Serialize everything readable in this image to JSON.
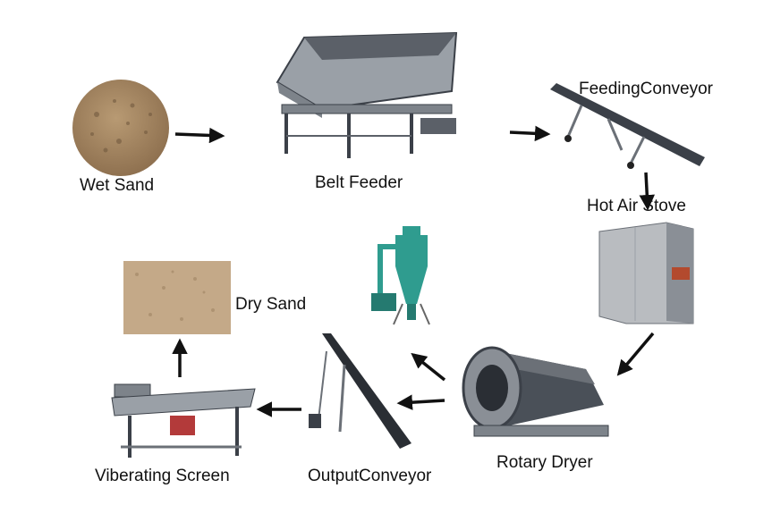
{
  "diagram": {
    "nodes": [
      {
        "id": "wet-sand",
        "label": "Wet Sand"
      },
      {
        "id": "belt-feeder",
        "label": "Belt Feeder"
      },
      {
        "id": "feeding-conveyor",
        "label": "FeedingConveyor"
      },
      {
        "id": "hot-air-stove",
        "label": "Hot Air Stove"
      },
      {
        "id": "rotary-dryer",
        "label": "Rotary Dryer"
      },
      {
        "id": "output-conveyor",
        "label": "OutputConveyor"
      },
      {
        "id": "viberating-screen",
        "label": "Viberating Screen"
      },
      {
        "id": "dry-sand",
        "label": "Dry Sand"
      },
      {
        "id": "cyclone-dust-collector",
        "label": ""
      }
    ],
    "edges": [
      {
        "from": "wet-sand",
        "to": "belt-feeder"
      },
      {
        "from": "belt-feeder",
        "to": "feeding-conveyor"
      },
      {
        "from": "feeding-conveyor",
        "to": "hot-air-stove"
      },
      {
        "from": "hot-air-stove",
        "to": "rotary-dryer"
      },
      {
        "from": "rotary-dryer",
        "to": "cyclone-dust-collector"
      },
      {
        "from": "rotary-dryer",
        "to": "output-conveyor"
      },
      {
        "from": "output-conveyor",
        "to": "viberating-screen"
      },
      {
        "from": "viberating-screen",
        "to": "dry-sand"
      }
    ]
  },
  "colors": {
    "arrow": "#111111",
    "wet_sand": "#a98a62",
    "dry_sand": "#c4a988",
    "machine_steel": "#8a8f96",
    "machine_dark": "#3b4048",
    "cyclone": "#2f9c8f"
  }
}
